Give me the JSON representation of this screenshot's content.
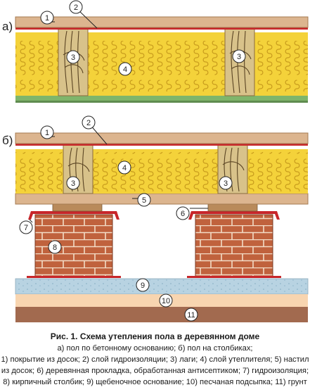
{
  "diagram": {
    "sections": [
      {
        "id": "a",
        "label": "а)"
      },
      {
        "id": "b",
        "label": "б)"
      }
    ],
    "callouts": [
      "1",
      "2",
      "3",
      "4",
      "5",
      "6",
      "7",
      "8",
      "9",
      "10",
      "11"
    ],
    "colors": {
      "board": "#dcb58f",
      "board_stroke": "#a57a52",
      "waterproof": "#c8262a",
      "insulation": "#f4d23a",
      "insulation_wave": "#c79a1b",
      "log": "#d8c28a",
      "log_grain": "#5a4423",
      "concrete": "#7fb56b",
      "brick": "#c0623d",
      "brick_mortar": "#f3dcc6",
      "gravel": "#b8d3e2",
      "sand": "#f8d5b0",
      "ground": "#a26a4f",
      "pad": "#c8262a"
    }
  },
  "caption": {
    "title": "Рис. 1. Схема утепления пола в деревянном доме",
    "subtitle": "а) пол по бетонному основанию; б) пол на столбиках;",
    "legend_lines": [
      "1) покрытие из досок; 2) слой гидроизоляции; 3) лаги; 4) слой утеплителя; 5) настил",
      "из досок; 6) деревянная прокладка, обработанная антисептиком; 7) гидроизоляция;",
      "8) кирпичный столбик; 9) щебеночное основание; 10) песчаная подсыпка; 11) грунт"
    ]
  }
}
